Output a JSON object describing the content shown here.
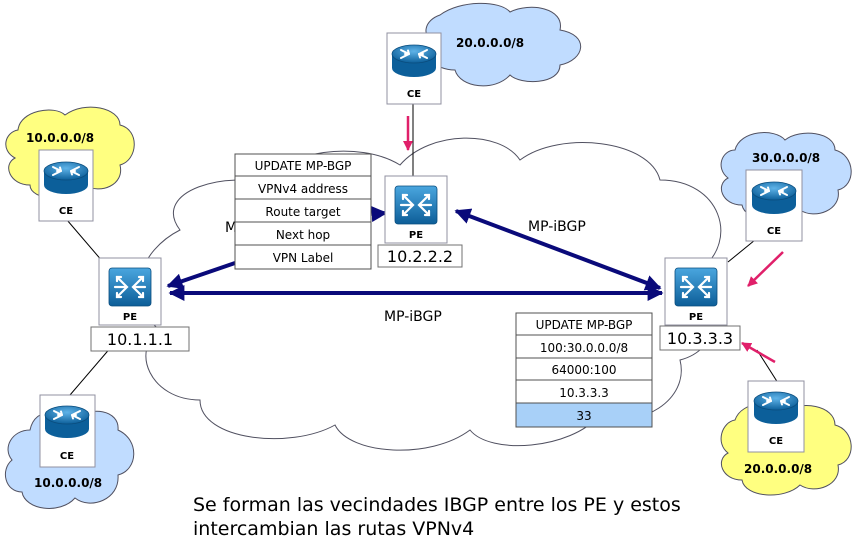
{
  "devices": {
    "ce_top": {
      "label": "CE",
      "network": "20.0.0.0/8"
    },
    "ce_left_top": {
      "label": "CE",
      "network": "10.0.0.0/8"
    },
    "ce_left_bottom": {
      "label": "CE",
      "network": "10.0.0.0/8"
    },
    "ce_right_top": {
      "label": "CE",
      "network": "30.0.0.0/8"
    },
    "ce_right_bottom": {
      "label": "CE",
      "network": "20.0.0.0/8"
    },
    "pe_left": {
      "label": "PE",
      "address": "10.1.1.1"
    },
    "pe_middle": {
      "label": "PE",
      "address": "10.2.2.2"
    },
    "pe_right": {
      "label": "PE",
      "address": "10.3.3.3"
    }
  },
  "links": {
    "mp_ibgp_bottom": "MP-iBGP",
    "mp_ibgp_right": "MP-iBGP",
    "mp_ibgp_partial": "M"
  },
  "update_left": {
    "rows": [
      "UPDATE MP-BGP",
      "VPNv4 address",
      "Route target",
      "Next hop",
      "VPN Label"
    ]
  },
  "update_right": {
    "rows": [
      "UPDATE MP-BGP",
      "100:30.0.0.0/8",
      "64000:100",
      "10.3.3.3",
      "33"
    ]
  },
  "caption": {
    "line1": "Se forman las vecindades IBGP entre los PE y estos",
    "line2": "intercambian las rutas VPNv4"
  },
  "colors": {
    "yellow_cloud": "#ffff80",
    "blue_cloud": "#c0dcff",
    "provider_cloud": "#ffffff",
    "arrow_navy": "#0a0a7a",
    "pink_arrow": "#e0206a",
    "router_blue": "#1f7fc0",
    "highlight_cell": "#a8d0f8"
  },
  "icons": [
    "router-icon",
    "switch-icon",
    "cloud-icon"
  ]
}
